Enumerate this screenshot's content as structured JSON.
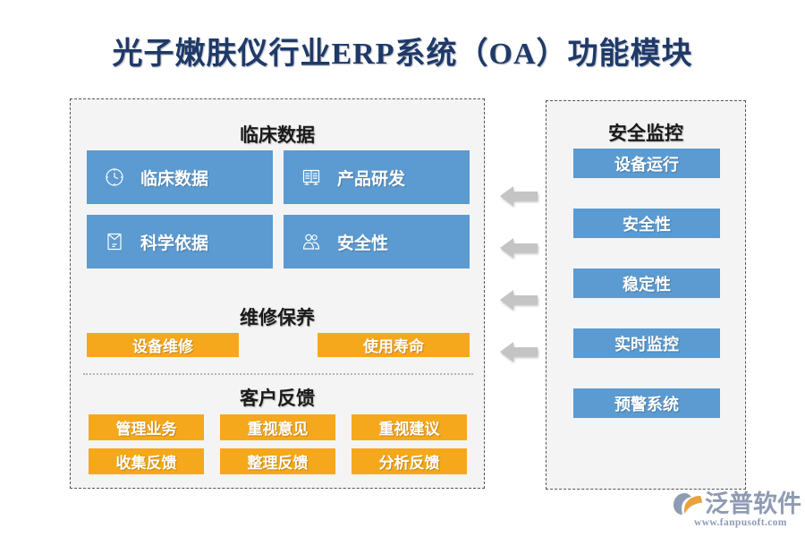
{
  "page": {
    "title": "光子嫩肤仪行业ERP系统（OA）功能模块"
  },
  "colors": {
    "title_text": "#1f3a68",
    "blue_card": "#5b9bd1",
    "orange_card": "#f5a81c",
    "panel_background": "#f4f4f4",
    "panel_border": "#555555",
    "arrow": "#c4c4c4",
    "logo_text": "#8f9bb3",
    "logo_mark_orange": "#e8a33d"
  },
  "left_panel": {
    "clinical": {
      "heading": "临床数据",
      "cards": [
        {
          "label": "临床数据",
          "icon": "clock-icon"
        },
        {
          "label": "产品研发",
          "icon": "document-table-icon"
        },
        {
          "label": "科学依据",
          "icon": "envelope-icon"
        },
        {
          "label": "安全性",
          "icon": "users-icon"
        }
      ]
    },
    "maintenance": {
      "heading": "维修保养",
      "items": [
        {
          "label": "设备维修"
        },
        {
          "label": "使用寿命"
        }
      ]
    },
    "feedback": {
      "heading": "客户反馈",
      "items": [
        {
          "label": "管理业务"
        },
        {
          "label": "重视意见"
        },
        {
          "label": "重视建议"
        },
        {
          "label": "收集反馈"
        },
        {
          "label": "整理反馈"
        },
        {
          "label": "分析反馈"
        }
      ]
    }
  },
  "right_panel": {
    "heading": "安全监控",
    "items": [
      {
        "label": "设备运行"
      },
      {
        "label": "安全性"
      },
      {
        "label": "稳定性"
      },
      {
        "label": "实时监控"
      },
      {
        "label": "预警系统"
      }
    ]
  },
  "arrows": {
    "count": 4,
    "direction": "left",
    "icon": "arrow-left-icon"
  },
  "logo": {
    "name": "泛普软件",
    "url": "www.fanpusoft.com",
    "mark": "fanpu-swirl-icon"
  }
}
